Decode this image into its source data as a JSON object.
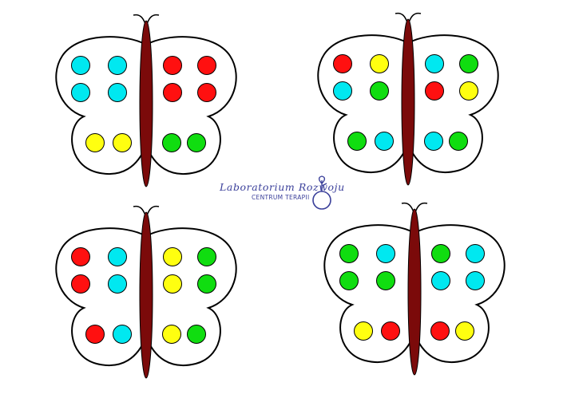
{
  "colors": {
    "background": "#ffffff",
    "outline": "#000000",
    "wing_fill": "#ffffff",
    "body": "#7b0a0a",
    "logo": "#3a3f9a",
    "dots": {
      "cyan": "#00e8f0",
      "red": "#ff1010",
      "yellow": "#ffff10",
      "green": "#10dd10"
    }
  },
  "logo": {
    "title": "Laboratorium Rozwoju",
    "subtitle": "CENTRUM TERAPII"
  },
  "butterflies": [
    {
      "name": "top-left",
      "left_upper": [
        "cyan",
        "cyan",
        "cyan",
        "cyan"
      ],
      "right_upper": [
        "red",
        "red",
        "red",
        "red"
      ],
      "left_lower": [
        "yellow",
        "yellow"
      ],
      "right_lower": [
        "green",
        "green"
      ]
    },
    {
      "name": "top-right",
      "left_upper": [
        "red",
        "yellow",
        "cyan",
        "green"
      ],
      "right_upper": [
        "cyan",
        "green",
        "red",
        "yellow"
      ],
      "left_lower": [
        "green",
        "cyan"
      ],
      "right_lower": [
        "cyan",
        "green"
      ]
    },
    {
      "name": "bottom-left",
      "left_upper": [
        "red",
        "cyan",
        "red",
        "cyan"
      ],
      "right_upper": [
        "yellow",
        "green",
        "yellow",
        "green"
      ],
      "left_lower": [
        "red",
        "cyan"
      ],
      "right_lower": [
        "yellow",
        "green"
      ]
    },
    {
      "name": "bottom-right",
      "left_upper": [
        "green",
        "cyan",
        "green",
        "green"
      ],
      "right_upper": [
        "green",
        "cyan",
        "cyan",
        "cyan"
      ],
      "left_lower": [
        "yellow",
        "red"
      ],
      "right_lower": [
        "red",
        "yellow"
      ]
    }
  ]
}
